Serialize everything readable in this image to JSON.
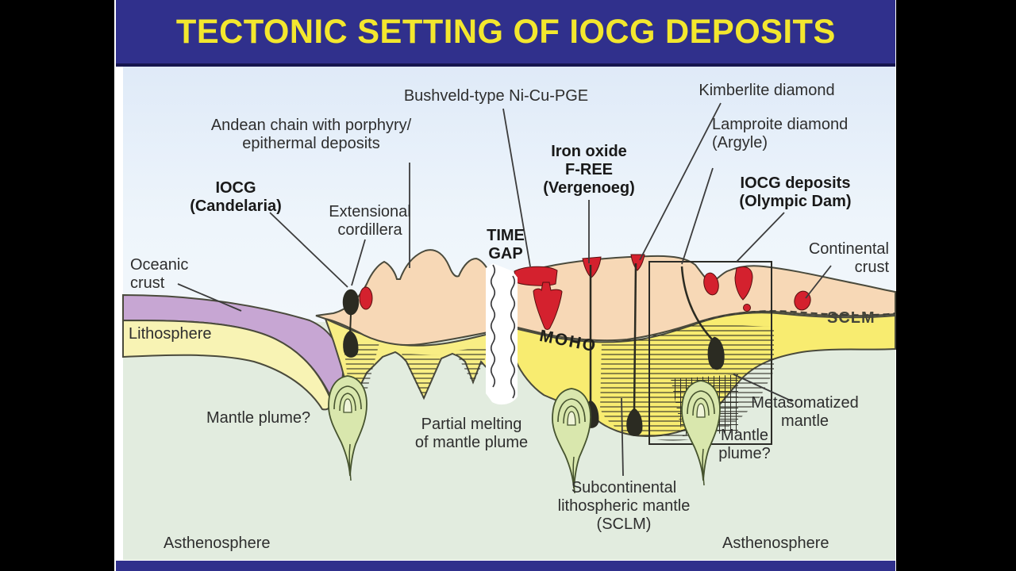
{
  "title": "TECTONIC SETTING OF IOCG DEPOSITS",
  "colors": {
    "banner": "#30308c",
    "banner_text": "#f3e72e",
    "sky": "#e6f0fa",
    "asthenosphere_green": "#e2ecdf",
    "continental_crust_peach": "#f7d8b6",
    "sclm_yellow": "#f8ec70",
    "oceanic_crust_purple": "#c7a6d3",
    "lithosphere_pale_yellow": "#f8f3b4",
    "deposit_red": "#d4212e",
    "plume_green": "#d9e7ad",
    "pipe_dark": "#2b2b22"
  },
  "labels": {
    "bushveld": {
      "text": "Bushveld-type Ni-Cu-PGE"
    },
    "kimberlite": {
      "text": "Kimberlite diamond"
    },
    "lamproite": {
      "l1": "Lamproite diamond",
      "l2": "(Argyle)"
    },
    "andean": {
      "l1": "Andean chain with porphyry/",
      "l2": "epithermal deposits"
    },
    "iron_oxide": {
      "l1": "Iron oxide",
      "l2": "F-REE",
      "l3": "(Vergenoeg)"
    },
    "iocg_olympic": {
      "l1": "IOCG deposits",
      "l2": "(Olympic Dam)"
    },
    "iocg_candelaria": {
      "l1": "IOCG",
      "l2": "(Candelaria)"
    },
    "extensional": {
      "l1": "Extensional",
      "l2": "cordillera"
    },
    "time_gap": {
      "l1": "TIME",
      "l2": "GAP"
    },
    "continental_crust": {
      "l1": "Continental",
      "l2": "crust"
    },
    "oceanic_crust": {
      "l1": "Oceanic",
      "l2": "crust"
    },
    "lithosphere": {
      "text": "Lithosphere"
    },
    "sclm_band": {
      "text": "SCLM"
    },
    "moho": {
      "text": "MOHO"
    },
    "mantle_plume_left": {
      "text": "Mantle plume?"
    },
    "partial_melting": {
      "l1": "Partial melting",
      "l2": "of mantle plume"
    },
    "metasomatized": {
      "l1": "Metasomatized",
      "l2": "mantle"
    },
    "mantle_plume_right": {
      "l1": "Mantle",
      "l2": "plume?"
    },
    "subcontinental": {
      "l1": "Subcontinental",
      "l2": "lithospheric mantle",
      "l3": "(SCLM)"
    },
    "asthenosphere_left": {
      "text": "Asthenosphere"
    },
    "asthenosphere_right": {
      "text": "Asthenosphere"
    }
  }
}
